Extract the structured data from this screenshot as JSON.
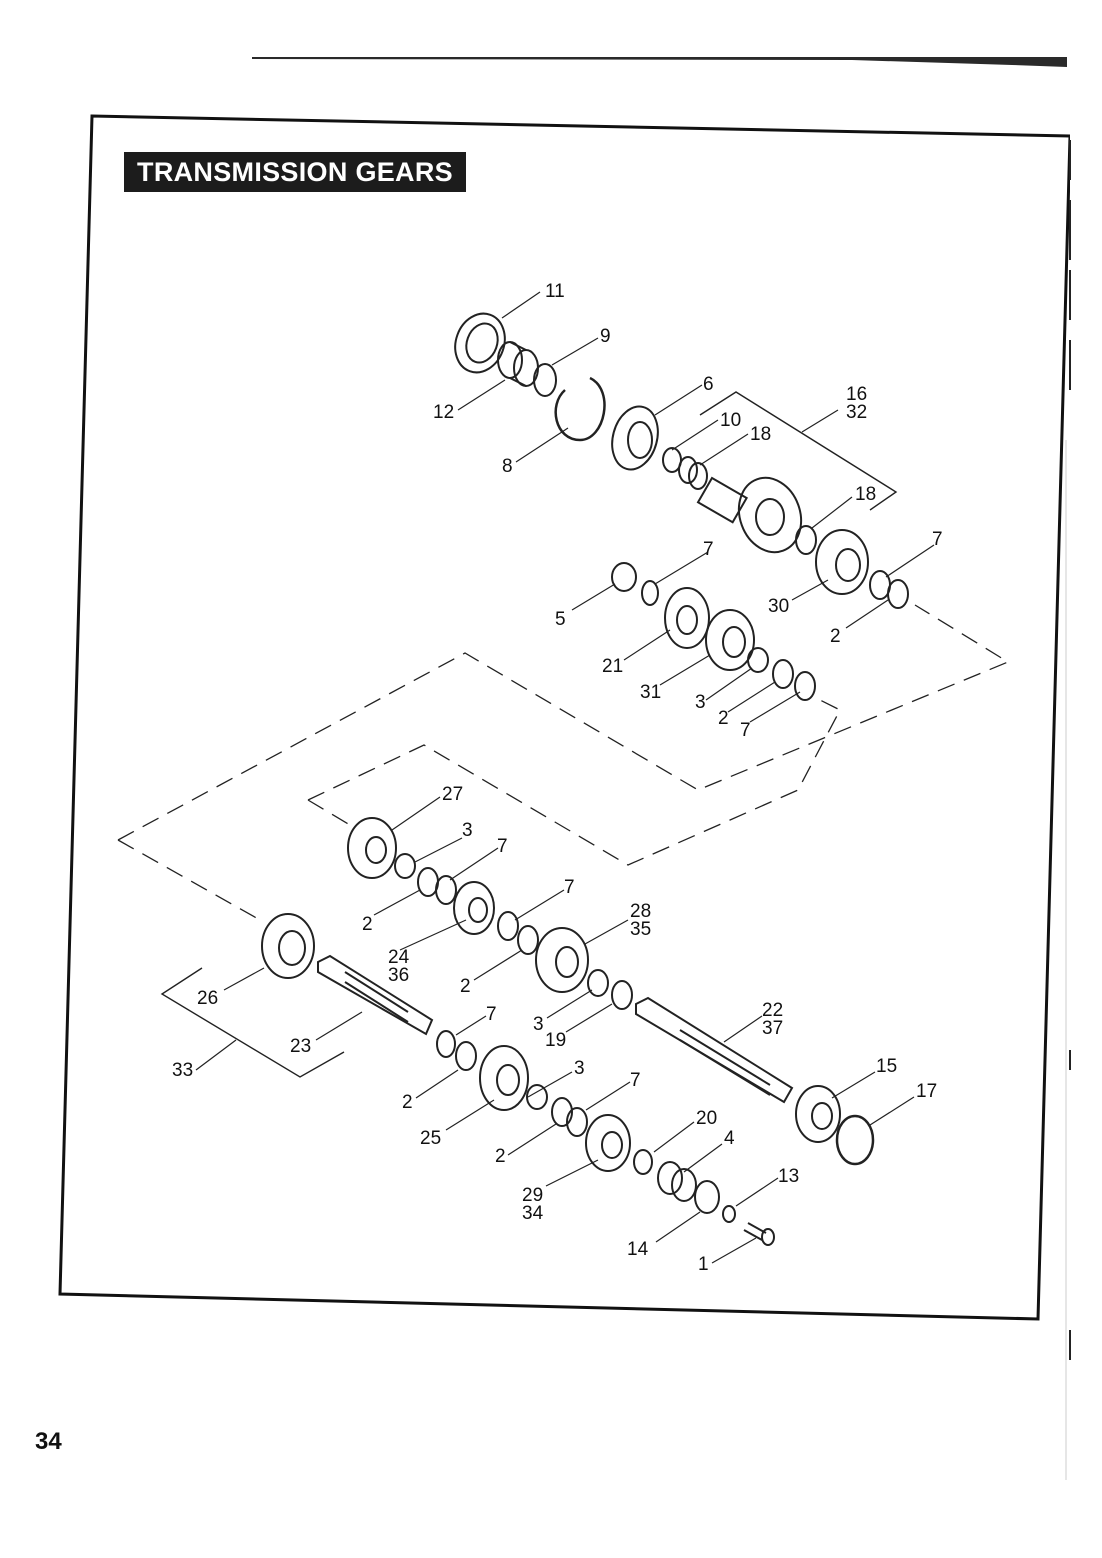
{
  "page": {
    "title": "TRANSMISSION GEARS",
    "page_number": "34"
  },
  "callouts": [
    "11",
    "9",
    "12",
    "8",
    "6",
    "10",
    "18",
    "16",
    "32",
    "18",
    "7",
    "5",
    "30",
    "7",
    "2",
    "21",
    "31",
    "3",
    "2",
    "7",
    "27",
    "3",
    "7",
    "2",
    "7",
    "24",
    "36",
    "28",
    "35",
    "2",
    "26",
    "23",
    "7",
    "3",
    "19",
    "22",
    "37",
    "33",
    "2",
    "3",
    "7",
    "25",
    "2",
    "15",
    "17",
    "20",
    "4",
    "13",
    "29",
    "34",
    "14",
    "1"
  ]
}
